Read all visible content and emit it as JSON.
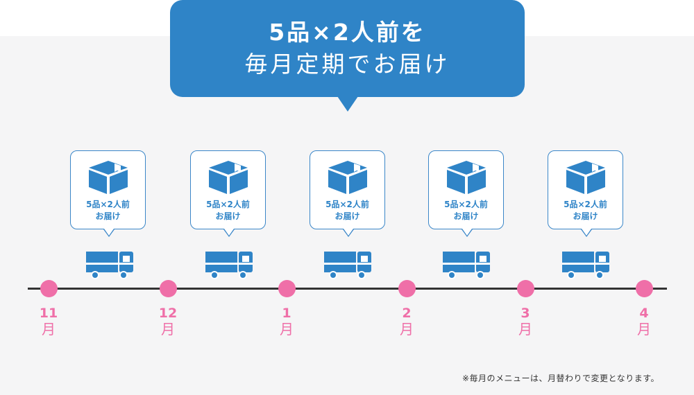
{
  "headline": {
    "line1": "5品×2人前を",
    "line2": "毎月定期でお届け",
    "color": "#2f84c7"
  },
  "deliveries": [
    {
      "line1": "5品×2人前",
      "line2": "お届け",
      "icon": "package-box-icon",
      "vehicle": "delivery-truck-icon"
    },
    {
      "line1": "5品×2人前",
      "line2": "お届け",
      "icon": "package-box-icon",
      "vehicle": "delivery-truck-icon"
    },
    {
      "line1": "5品×2人前",
      "line2": "お届け",
      "icon": "package-box-icon",
      "vehicle": "delivery-truck-icon"
    },
    {
      "line1": "5品×2人前",
      "line2": "お届け",
      "icon": "package-box-icon",
      "vehicle": "delivery-truck-icon"
    },
    {
      "line1": "5品×2人前",
      "line2": "お届け",
      "icon": "package-box-icon",
      "vehicle": "delivery-truck-icon"
    }
  ],
  "timeline": {
    "months": [
      {
        "num": "11",
        "unit": "月"
      },
      {
        "num": "12",
        "unit": "月"
      },
      {
        "num": "1",
        "unit": "月"
      },
      {
        "num": "2",
        "unit": "月"
      },
      {
        "num": "3",
        "unit": "月"
      },
      {
        "num": "4",
        "unit": "月"
      }
    ],
    "marker_color": "#ef6fa8",
    "line_color": "#333333"
  },
  "note": "※毎月のメニューは、月替わりで変更となります。"
}
